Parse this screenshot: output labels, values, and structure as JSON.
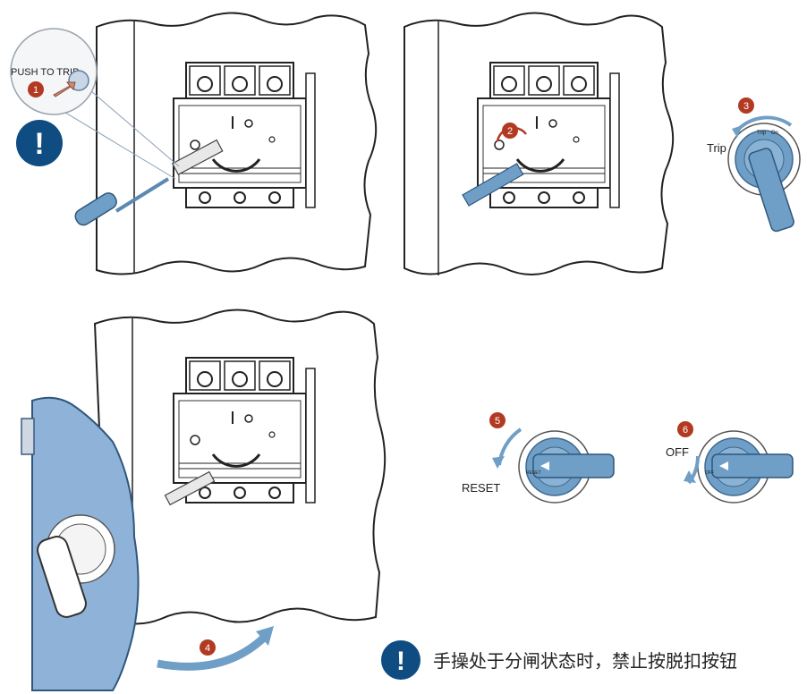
{
  "labels": {
    "push_to_trip": "PUSH TO TRIP",
    "trip": "Trip",
    "reset": "RESET",
    "off": "OFF",
    "dial_trip": "Trip",
    "dial_on": "On",
    "dial_reset": "RESET",
    "dial_off": "OFF"
  },
  "steps": [
    "1",
    "2",
    "3",
    "4",
    "5",
    "6"
  ],
  "warning": {
    "icon_glyph": "!",
    "text": "手操处于分闸状态时，禁止按脱扣按钮"
  },
  "colors": {
    "step_badge": "#b23a22",
    "handle_blue": "#6f9fc6",
    "door_blue": "#8fb3d8",
    "warning_blue": "#0f4c81",
    "wall_line": "#222222",
    "callout_gray": "#d9dde3"
  },
  "icons": [
    "exclamation-icon",
    "screwdriver-icon",
    "rotate-arrow-icon",
    "curved-arrow-icon"
  ]
}
